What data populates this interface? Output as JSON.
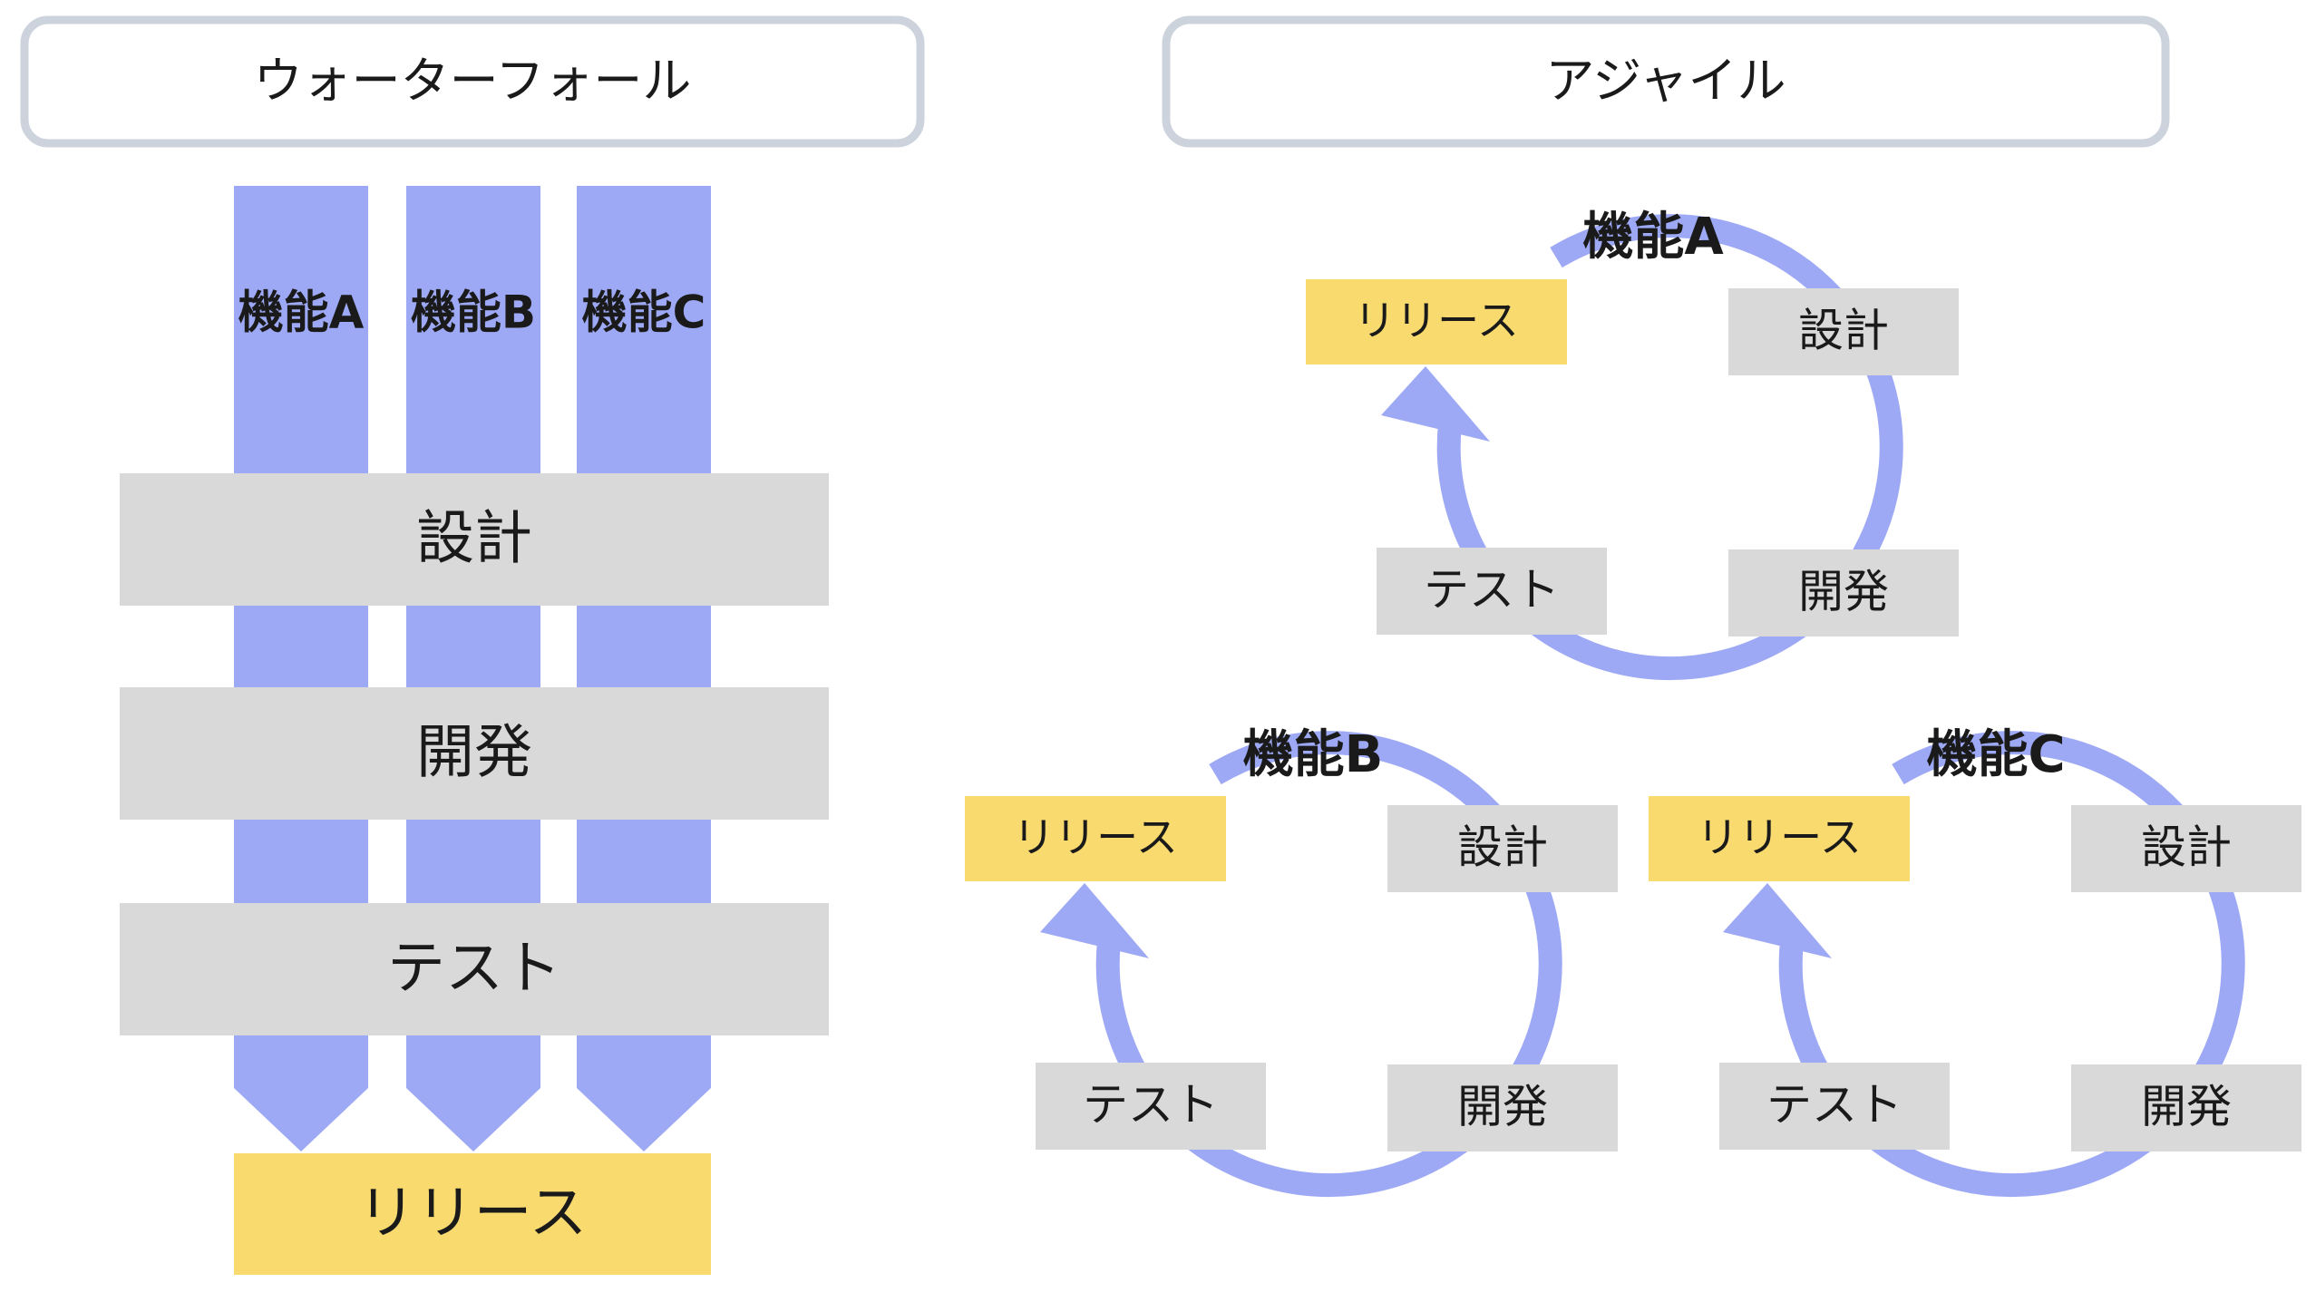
{
  "waterfall": {
    "title": "ウォーターフォール",
    "features": [
      "機能A",
      "機能B",
      "機能C"
    ],
    "phases": [
      "設計",
      "開発",
      "テスト"
    ],
    "release": "リリース"
  },
  "agile": {
    "title": "アジャイル",
    "cycles": [
      {
        "feature": "機能A",
        "release": "リリース",
        "design": "設計",
        "test": "テスト",
        "dev": "開発"
      },
      {
        "feature": "機能B",
        "release": "リリース",
        "design": "設計",
        "test": "テスト",
        "dev": "開発"
      },
      {
        "feature": "機能C",
        "release": "リリース",
        "design": "設計",
        "test": "テスト",
        "dev": "開発"
      }
    ]
  },
  "colors": {
    "feature_stream": "#9ea9f5",
    "phase_box": "#d9d9d9",
    "release_box": "#f9da6e",
    "title_border": "#cdd3dc",
    "text": "#1a1a1a"
  }
}
